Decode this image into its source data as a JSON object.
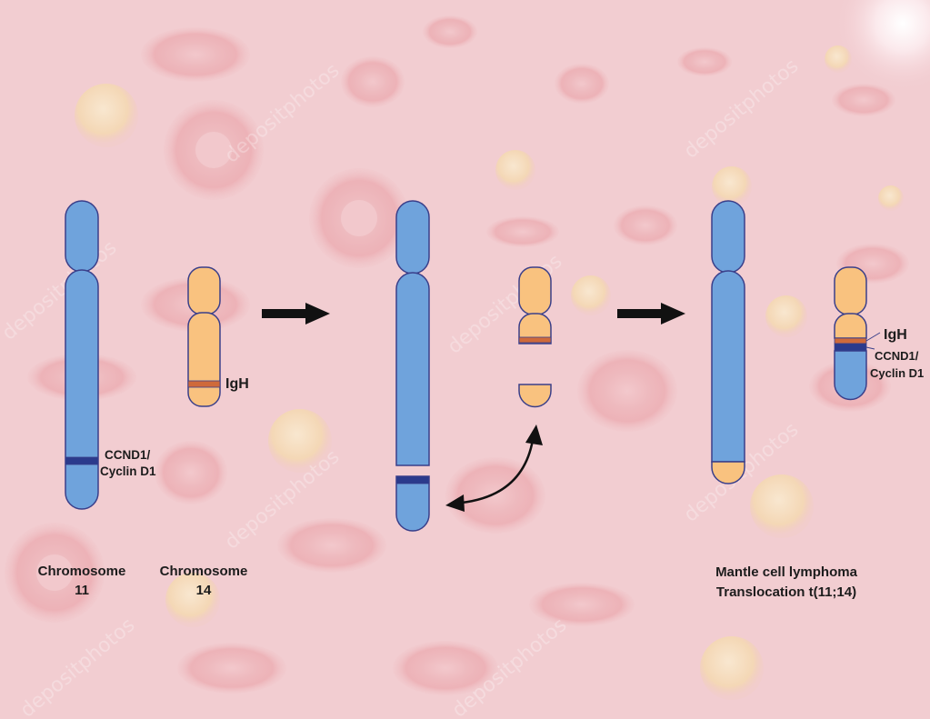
{
  "colors": {
    "background": "#f2cdd1",
    "chromosome11": "#6fa3dc",
    "chromosome14": "#f9c27f",
    "outline": "#3a3f8a",
    "igh_band": "#cf6a3a",
    "ccnd1_band": "#2b3a8c",
    "arrow": "#111111"
  },
  "panel1": {
    "chr11_label_line1": "Chromosome",
    "chr11_label_line2": "11",
    "chr14_label_line1": "Chromosome",
    "chr14_label_line2": "14",
    "ccnd1_line1": "CCND1/",
    "ccnd1_line2": "Cyclin D1",
    "igh": "IgH"
  },
  "panel3": {
    "igh": "IgH",
    "ccnd1_line1": "CCND1/",
    "ccnd1_line2": "Cyclin D1",
    "caption_line1": "Mantle cell lymphoma",
    "caption_line2": "Translocation t(11;14)"
  },
  "watermark": "depositphotos",
  "icons": [
    "right-arrow-icon",
    "swap-curved-arrow-icon"
  ]
}
